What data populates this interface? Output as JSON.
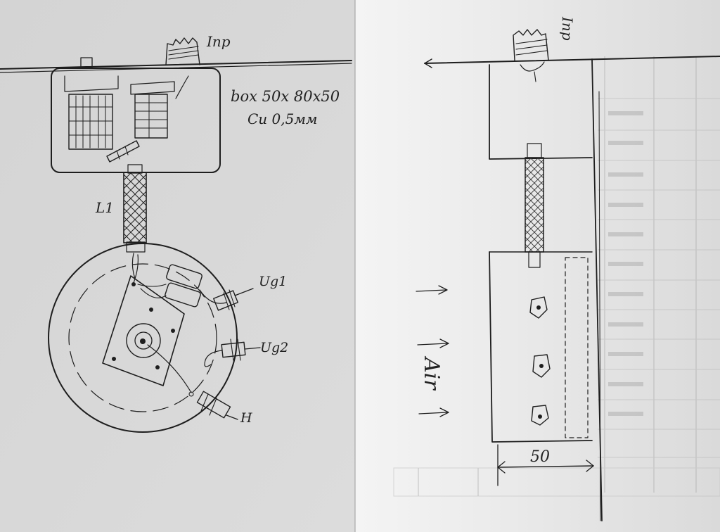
{
  "sketch_left": {
    "plate_label": "Inp",
    "box_label": "box 50x 80x50",
    "box_material": "Cu 0,5мм",
    "coax_label": "L1",
    "tube_labels": [
      "Ug1",
      "Ug2",
      "H"
    ]
  },
  "sketch_right": {
    "plate_label": "Inp",
    "airflow_label": "Air",
    "dimension_label": "50"
  }
}
